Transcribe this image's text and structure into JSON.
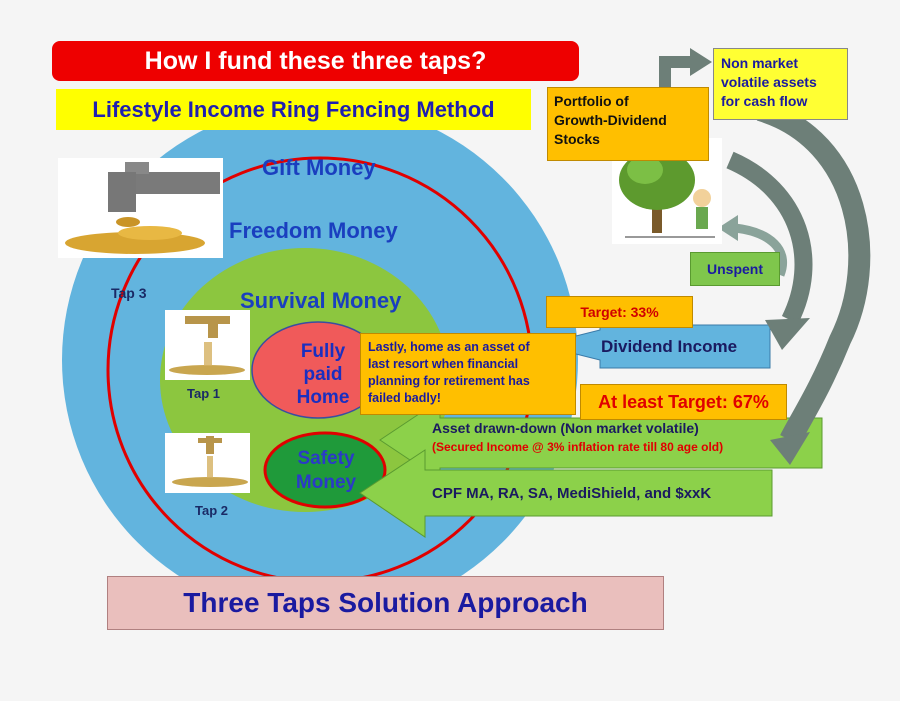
{
  "title": "How I fund these three taps?",
  "subtitle": "Lifestyle Income Ring Fencing Method",
  "rings": {
    "gift": "Gift Money",
    "freedom": "Freedom Money",
    "survival": "Survival Money",
    "home_lines": [
      "Fully",
      "paid",
      "Home"
    ],
    "safety_lines": [
      "Safety",
      "Money"
    ]
  },
  "taps": {
    "tap3": "Tap 3",
    "tap1": "Tap 1",
    "tap2": "Tap 2"
  },
  "boxes": {
    "portfolio_lines": [
      "Portfolio of",
      "Growth-Dividend",
      "Stocks"
    ],
    "nonmarket_lines": [
      "Non market",
      "volatile assets",
      "for cash flow"
    ],
    "unspent": "Unspent",
    "target33": "Target: 33%",
    "target67": "At least Target: 67%",
    "home_note_lines": [
      "Lastly, home as an asset of",
      "last resort when financial",
      "planning for retirement  has",
      "failed badly!"
    ]
  },
  "arrows": {
    "dividend_income": "Dividend Income",
    "asset_drawdown": "Asset drawn-down (Non market volatile)",
    "secured_income": "(Secured Income @ 3% inflation rate till 80 age old)",
    "cpf": "CPF MA, RA, SA, MediShield, and $xxK"
  },
  "bottom_banner": "Three Taps Solution Approach",
  "colors": {
    "title_red": "#ee0000",
    "subtitle_yellow": "#ffff00",
    "gift_ring": "#62b4de",
    "survival_ring": "#8cc63f",
    "home_circle": "#f05a5a",
    "safety_circle": "#1f9a3a",
    "arrow_green": "#8cd14a",
    "arrow_blue": "#62b4de",
    "curved_arrow": "#6d7f78"
  }
}
